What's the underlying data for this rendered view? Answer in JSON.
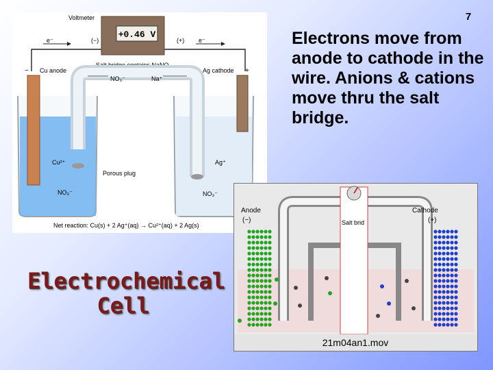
{
  "slide": {
    "number": "7",
    "main_text": "Electrons move from anode to cathode in the wire. Anions & cations move thru the salt bridge.",
    "title": "Electrochemical Cell"
  },
  "diagram": {
    "voltmeter_label": "Voltmeter",
    "voltmeter_reading": "+0.46 V",
    "electron_left": "e⁻",
    "electron_right": "e⁻",
    "terminal_negative": "(−)",
    "terminal_positive": "(+)",
    "anode_label": "Cu anode",
    "cathode_label": "Ag cathode",
    "left_sign": "−",
    "right_sign": "+",
    "salt_bridge_label": "Salt bridge contains NaNO₃",
    "no3_bridge": "NO₃⁻",
    "na_bridge": "Na⁺",
    "cu_ion": "Cu²⁺",
    "ag_ion": "Ag⁺",
    "porous_plug": "Porous plug",
    "no3_left": "NO₃⁻",
    "no3_right": "NO₃⁻",
    "net_reaction": "Net reaction: Cu(s) + 2 Ag⁺(aq) → Cu²⁺(aq) + 2 Ag(s)"
  },
  "movie": {
    "anode_label": "Anode",
    "anode_sign": "(−)",
    "cathode_label": "Cathode",
    "cathode_sign": "(+)",
    "bridge_label": "Salt brid",
    "filename": "21m04an1.mov"
  },
  "colors": {
    "copper_electrode": "#c9814f",
    "silver_electrode": "#9b7a5e",
    "blue_solution": "#6fb3f0",
    "clear_solution": "#e3edf7",
    "green_atoms": "#1fa51f",
    "blue_atoms": "#1f3fc8",
    "title_color": "#7a1a1a"
  }
}
